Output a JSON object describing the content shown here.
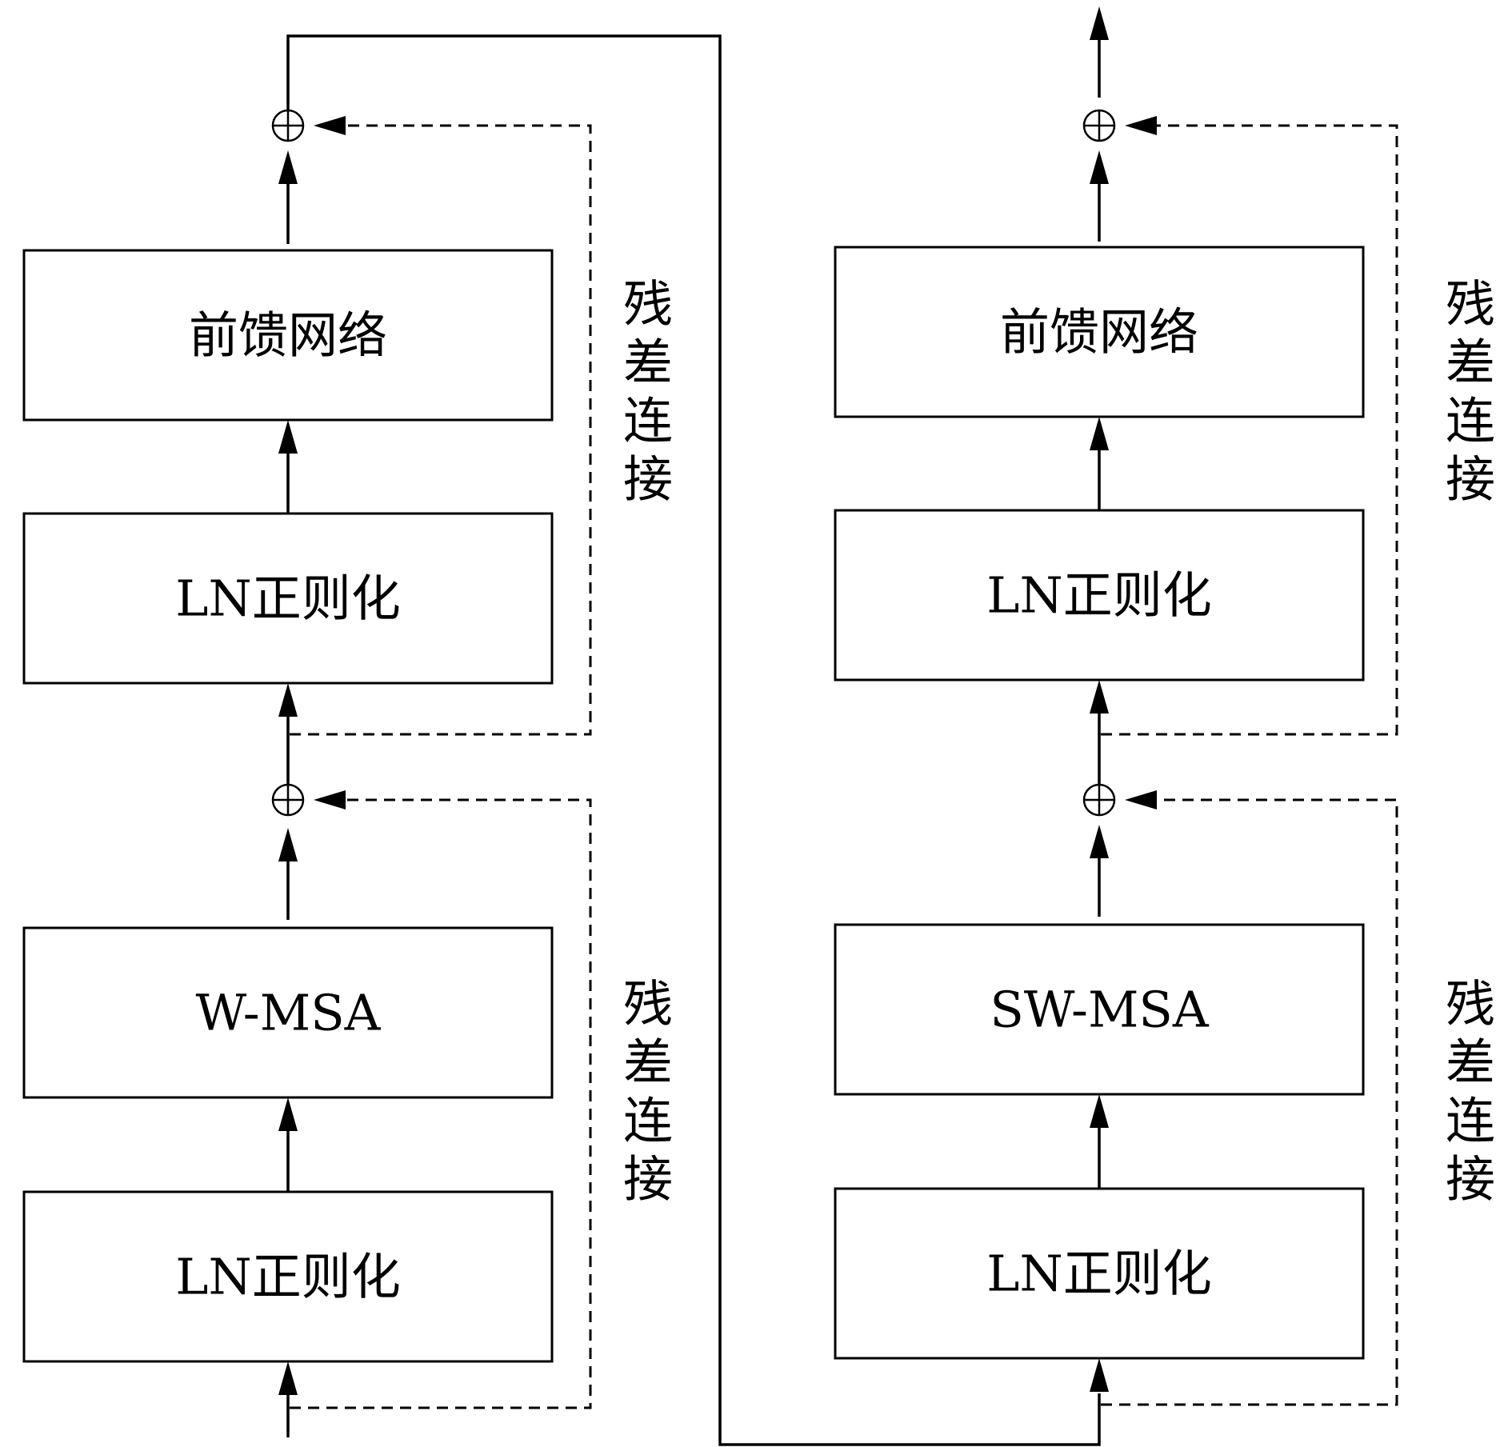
{
  "blocks": [
    {
      "layers": [
        {
          "name": "ln-1",
          "label": "LN正则化"
        },
        {
          "name": "attention",
          "label": "W-MSA"
        },
        {
          "name": "ln-2",
          "label": "LN正则化"
        },
        {
          "name": "ffn",
          "label": "前馈网络"
        }
      ],
      "residual_labels": [
        [
          "残",
          "差",
          "连",
          "接"
        ],
        [
          "残",
          "差",
          "连",
          "接"
        ]
      ],
      "add_symbols": [
        "⊕",
        "⊕"
      ]
    },
    {
      "layers": [
        {
          "name": "ln-1",
          "label": "LN正则化"
        },
        {
          "name": "attention",
          "label": "SW-MSA"
        },
        {
          "name": "ln-2",
          "label": "LN正则化"
        },
        {
          "name": "ffn",
          "label": "前馈网络"
        }
      ],
      "residual_labels": [
        [
          "残",
          "差",
          "连",
          "接"
        ],
        [
          "残",
          "差",
          "连",
          "接"
        ]
      ],
      "add_symbols": [
        "⊕",
        "⊕"
      ]
    }
  ]
}
